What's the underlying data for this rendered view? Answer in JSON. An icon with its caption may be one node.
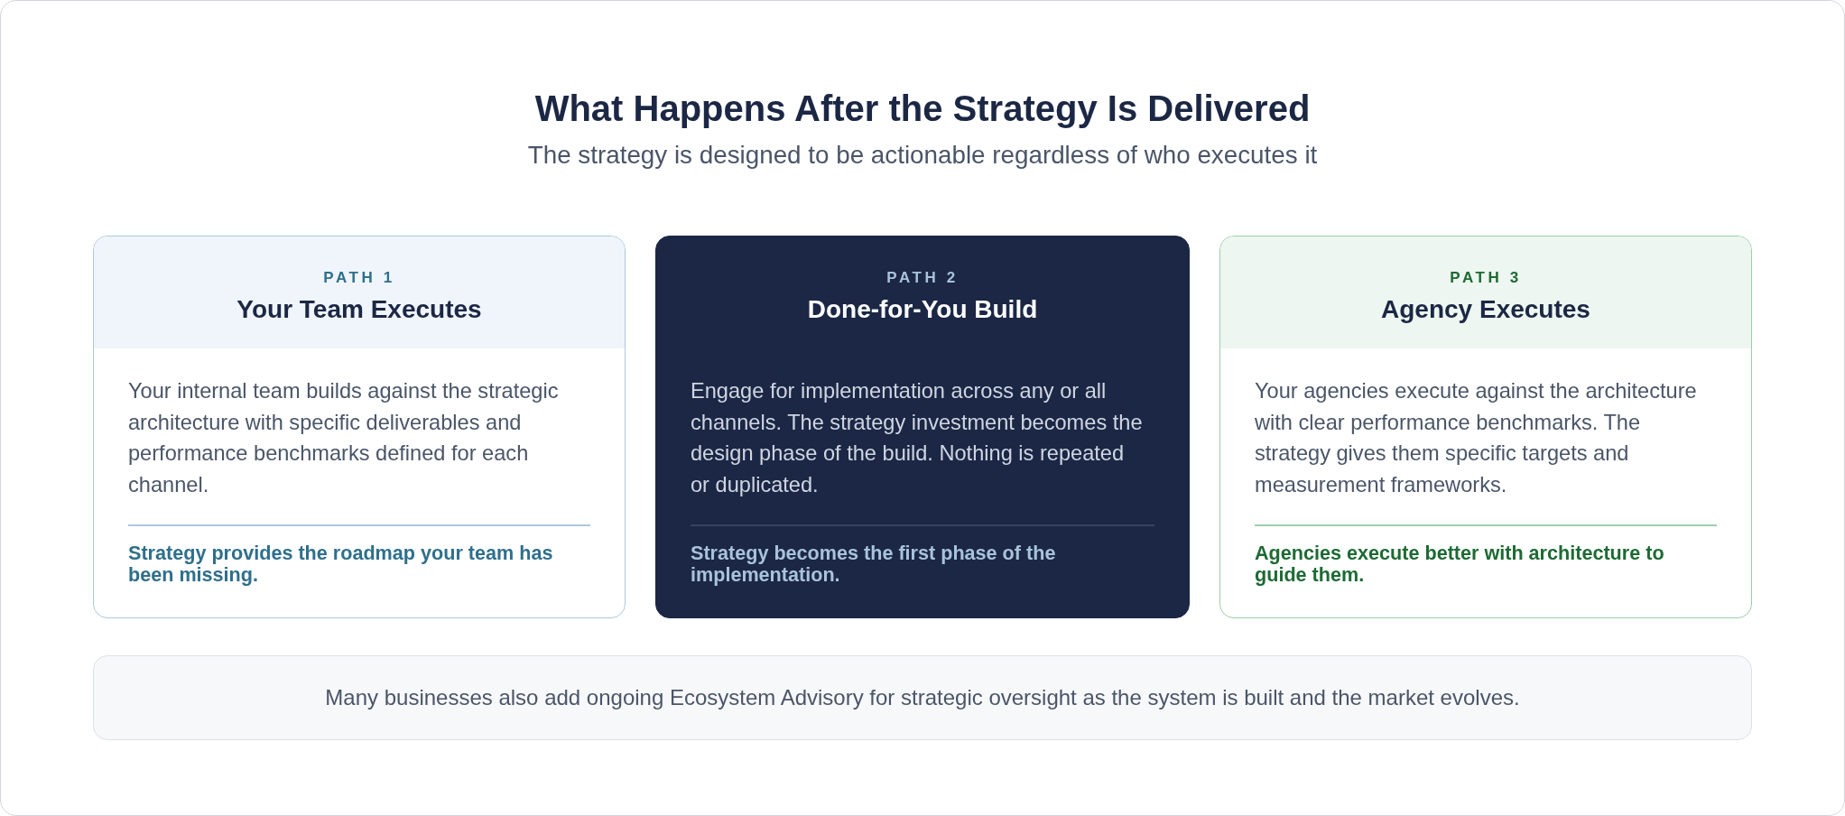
{
  "diagram": {
    "title": "What Happens After the Strategy Is Delivered",
    "nodes": [
      {
        "text": [
          "PATH 1",
          "Your Team Executes",
          "Your internal team builds against the strategic architecture with specific deliverables and performance benchmarks defined for each channel.",
          "Strategy provides the roadmap your team has been missing."
        ]
      },
      {
        "text": [
          "PATH 2",
          "Done-for-You Build",
          "Engage for implementation across any or all channels. The strategy investment becomes the design phase of the build. Nothing is repeated or duplicated.",
          "Strategy becomes the first phase of the implementation."
        ]
      },
      {
        "text": [
          "PATH 3",
          "Agency Executes",
          "Your agencies execute against the architecture with clear performance benchmarks. The strategy gives them specific targets and measurement frameworks.",
          "Agencies execute better with architecture to guide them."
        ]
      },
      {
        "text": [
          "Many businesses also add ongoing Ecosystem Advisory for strategic oversight as the system is built and the market evolves."
        ]
      }
    ],
    "labels": [
      "The strategy is designed to be actionable regardless of who executes it"
    ]
  }
}
